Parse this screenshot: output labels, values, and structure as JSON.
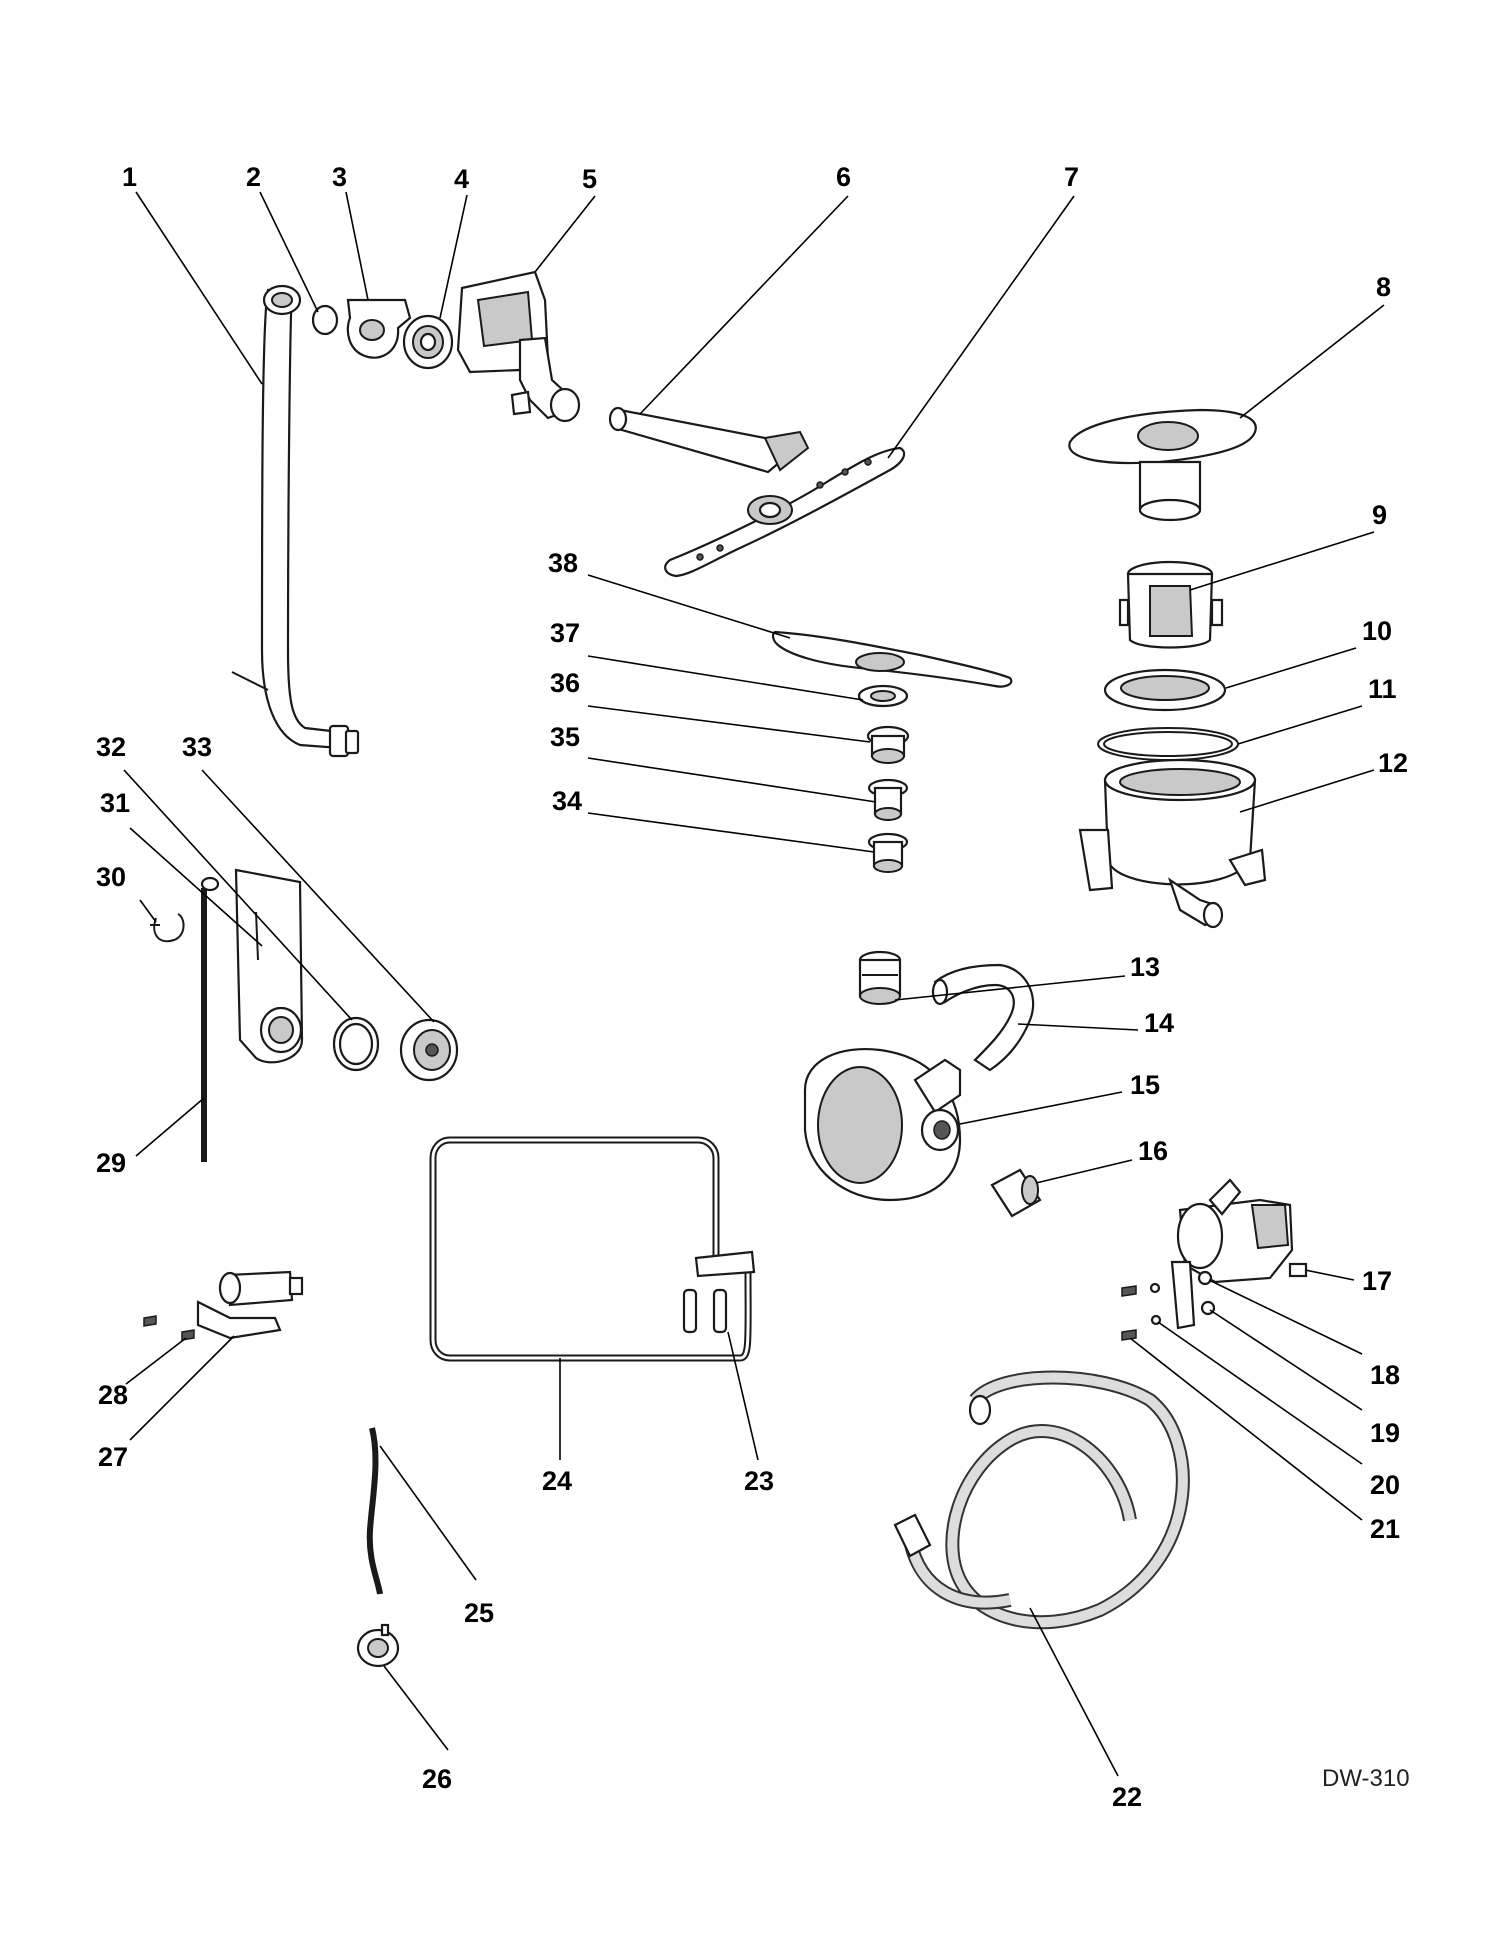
{
  "diagram_code": "DW-310",
  "callouts": [
    "1",
    "2",
    "3",
    "4",
    "5",
    "6",
    "7",
    "8",
    "9",
    "10",
    "11",
    "12",
    "13",
    "14",
    "15",
    "16",
    "17",
    "18",
    "19",
    "20",
    "21",
    "22",
    "23",
    "24",
    "25",
    "26",
    "27",
    "28",
    "29",
    "30",
    "31",
    "32",
    "33",
    "34",
    "35",
    "36",
    "37",
    "38"
  ]
}
